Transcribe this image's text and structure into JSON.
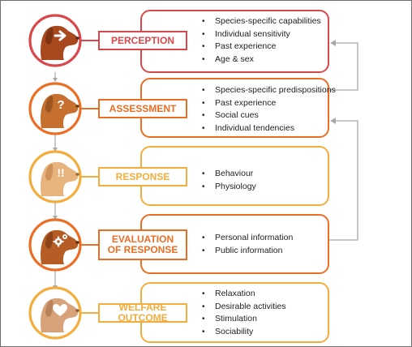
{
  "stages": [
    {
      "id": "perception",
      "label": "PERCEPTION",
      "color": "#d9474a",
      "head_color": "#a8481d",
      "icon": "arrow-into-head",
      "items": [
        "Species-specific capabilities",
        "Individual sensitivity",
        "Past experience",
        "Age & sex"
      ]
    },
    {
      "id": "assessment",
      "label": "ASSESSMENT",
      "color": "#ec6e24",
      "head_color": "#c5702f",
      "icon": "question-mark",
      "items": [
        "Species-specific predispositions",
        "Past experience",
        "Social cues",
        "Individual tendencies"
      ]
    },
    {
      "id": "response",
      "label": "RESPONSE",
      "color": "#f4ad3d",
      "head_color": "#e7b47d",
      "icon": "double-exclamation",
      "items": [
        "Behaviour",
        "Physiology"
      ]
    },
    {
      "id": "evaluation",
      "label_line1": "EVALUATION",
      "label_line2": "OF RESPONSE",
      "color": "#ec6e24",
      "head_color": "#b65d26",
      "icon": "gears",
      "items": [
        "Personal information",
        "Public information"
      ]
    },
    {
      "id": "welfare",
      "label": "WELFARE OUTCOME",
      "color": "#f4ad3d",
      "head_color": "#d8a27b",
      "icon": "heart",
      "items": [
        "Relaxation",
        "Desirable activities",
        "Stimulation",
        "Sociability"
      ]
    }
  ],
  "connector_color": "#a8a8a8"
}
